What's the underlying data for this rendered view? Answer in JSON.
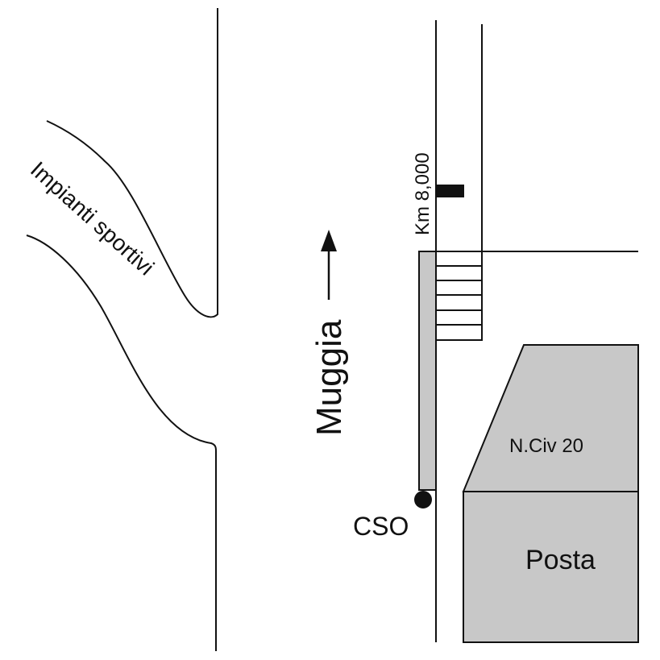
{
  "labels": {
    "sports": "Impianti sportivi",
    "direction": "Muggia",
    "km_marker": "Km 8,000",
    "building_upper": "N.Civ 20",
    "building_lower": "Posta",
    "point": "CSO"
  },
  "colors": {
    "line": "#111111",
    "building_fill": "#c8c8c8",
    "sidewalk_fill": "#c8c8c8",
    "marker": "#111111",
    "background": "#ffffff"
  },
  "crosswalk": {
    "stripes": 6
  }
}
